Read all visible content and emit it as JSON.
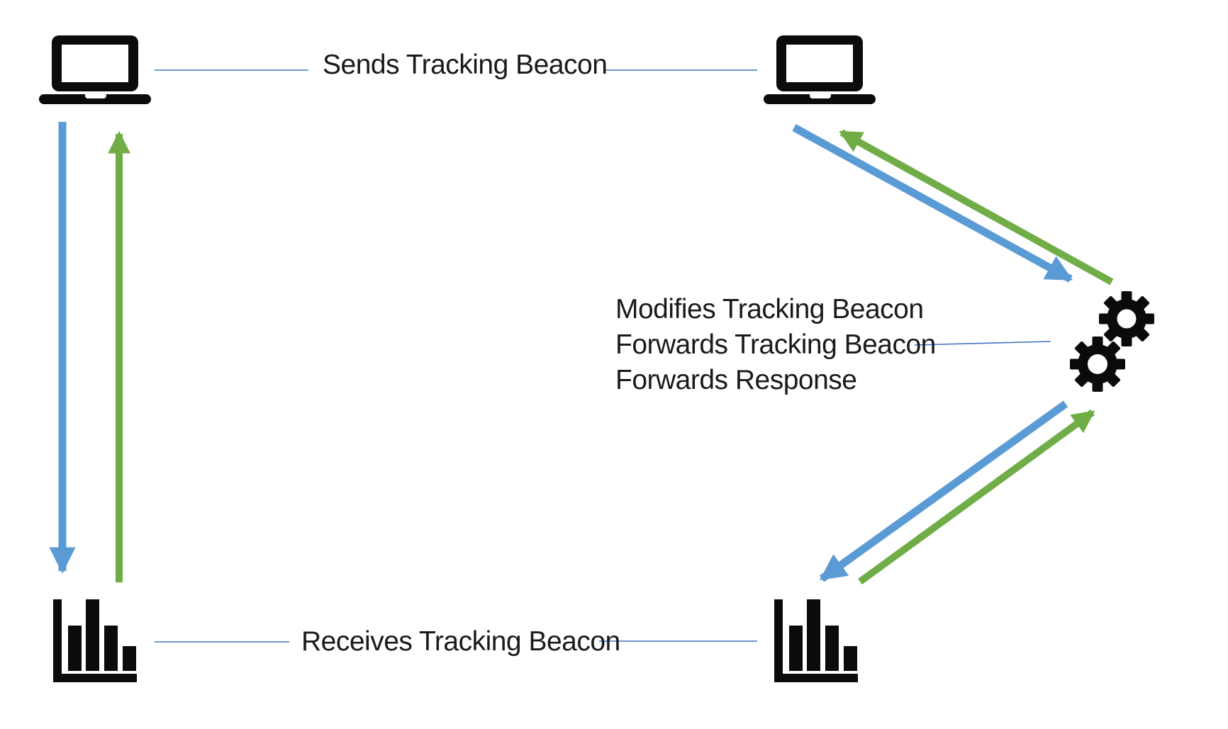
{
  "diagram": {
    "labels": {
      "sends": "Sends Tracking Beacon",
      "receives": "Receives Tracking Beacon",
      "proxy": [
        "Modifies Tracking Beacon",
        "Forwards Tracking Beacon",
        "Forwards Response"
      ]
    },
    "colors": {
      "beacon_blue": "#5B9BD5",
      "response_green": "#70AD47",
      "connector_blue": "#4472C4",
      "icon_black": "#0b0b0b",
      "text_black": "#1a1a1a",
      "background": "#ffffff"
    },
    "nodes": [
      {
        "id": "sender-top-left",
        "icon": "laptop-icon"
      },
      {
        "id": "sender-top-right",
        "icon": "laptop-icon"
      },
      {
        "id": "receiver-bottom-left",
        "icon": "bar-chart-icon"
      },
      {
        "id": "receiver-bottom-right",
        "icon": "bar-chart-icon"
      },
      {
        "id": "proxy-middle-right",
        "icon": "gears-icon"
      }
    ],
    "edges": [
      {
        "from": "sender-top-left",
        "to": "receiver-bottom-left",
        "color": "blue"
      },
      {
        "from": "receiver-bottom-left",
        "to": "sender-top-left",
        "color": "green"
      },
      {
        "from": "sender-top-right",
        "to": "proxy-middle-right",
        "color": "blue"
      },
      {
        "from": "proxy-middle-right",
        "to": "sender-top-right",
        "color": "green"
      },
      {
        "from": "proxy-middle-right",
        "to": "receiver-bottom-right",
        "color": "blue"
      },
      {
        "from": "receiver-bottom-right",
        "to": "proxy-middle-right",
        "color": "green"
      }
    ]
  }
}
